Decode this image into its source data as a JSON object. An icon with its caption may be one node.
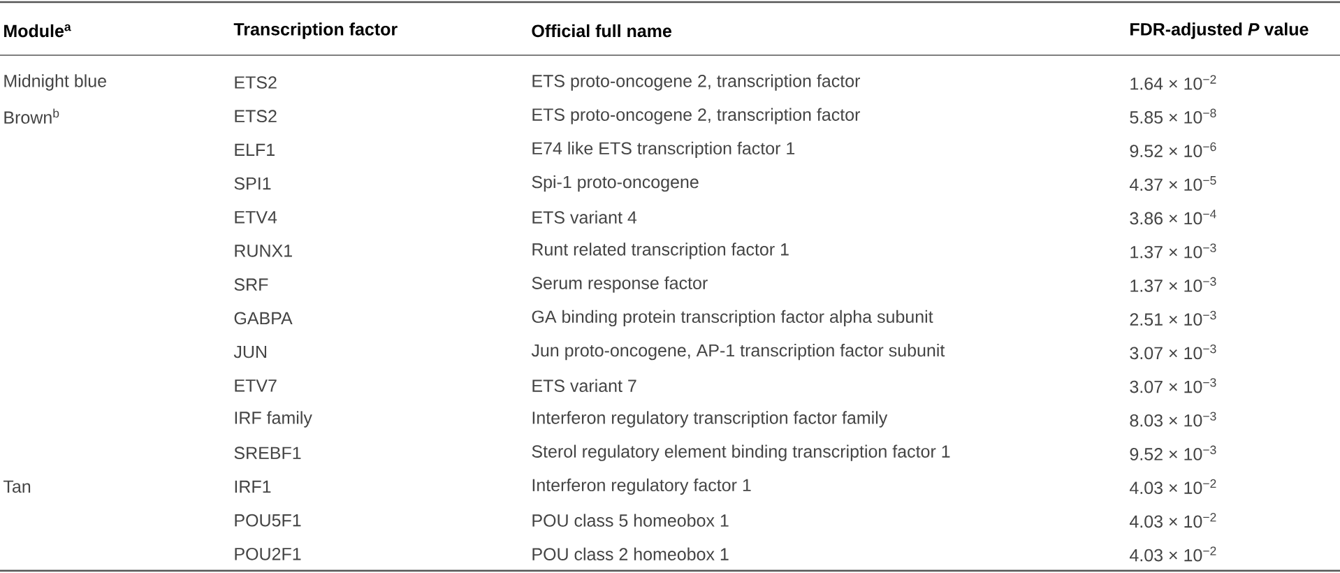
{
  "diagram": {
    "labels": [
      "Module$^{a}$",
      "Transcription factor",
      "Official full name",
      "FDR-adjusted *P* value",
      "Midnight blue",
      "ETS2",
      "ETS proto-oncogene 2, transcription factor",
      "1.64 × 10$^{−2}$",
      "Brown$^{b}$",
      "ETS2",
      "ETS proto-oncogene 2, transcription factor",
      "5.85 × 10$^{−8}$",
      "ELF1",
      "E74 like ETS transcription factor 1",
      "9.52 × 10$^{−6}$",
      "SPI1",
      "Spi-1 proto-oncogene",
      "4.37 × 10$^{−5}$",
      "ETV4",
      "ETS variant 4",
      "3.86 × 10$^{−4}$",
      "RUNX1",
      "Runt related transcription factor 1",
      "1.37 × 10$^{−3}$",
      "SRF",
      "Serum response factor",
      "1.37 × 10$^{−3}$",
      "GABPA",
      "GA binding protein transcription factor alpha subunit",
      "2.51 × 10$^{−3}$",
      "JUN",
      "Jun proto-oncogene, AP-1 transcription factor subunit",
      "3.07 × 10$^{−3}$",
      "ETV7",
      "ETS variant 7",
      "3.07 × 10$^{−3}$",
      "IRF family",
      "Interferon regulatory transcription factor family",
      "8.03 × 10$^{−3}$",
      "SREBF1",
      "Sterol regulatory element binding transcription factor 1",
      "9.52 × 10$^{−3}$",
      "Tan",
      "IRF1",
      "Interferon regulatory factor 1",
      "4.03 × 10$^{−2}$",
      "POU5F1",
      "POU class 5 homeobox 1",
      "4.03 × 10$^{−2}$",
      "POU2F1",
      "POU class 2 homeobox 1",
      "4.03 × 10$^{−2}$"
    ]
  }
}
